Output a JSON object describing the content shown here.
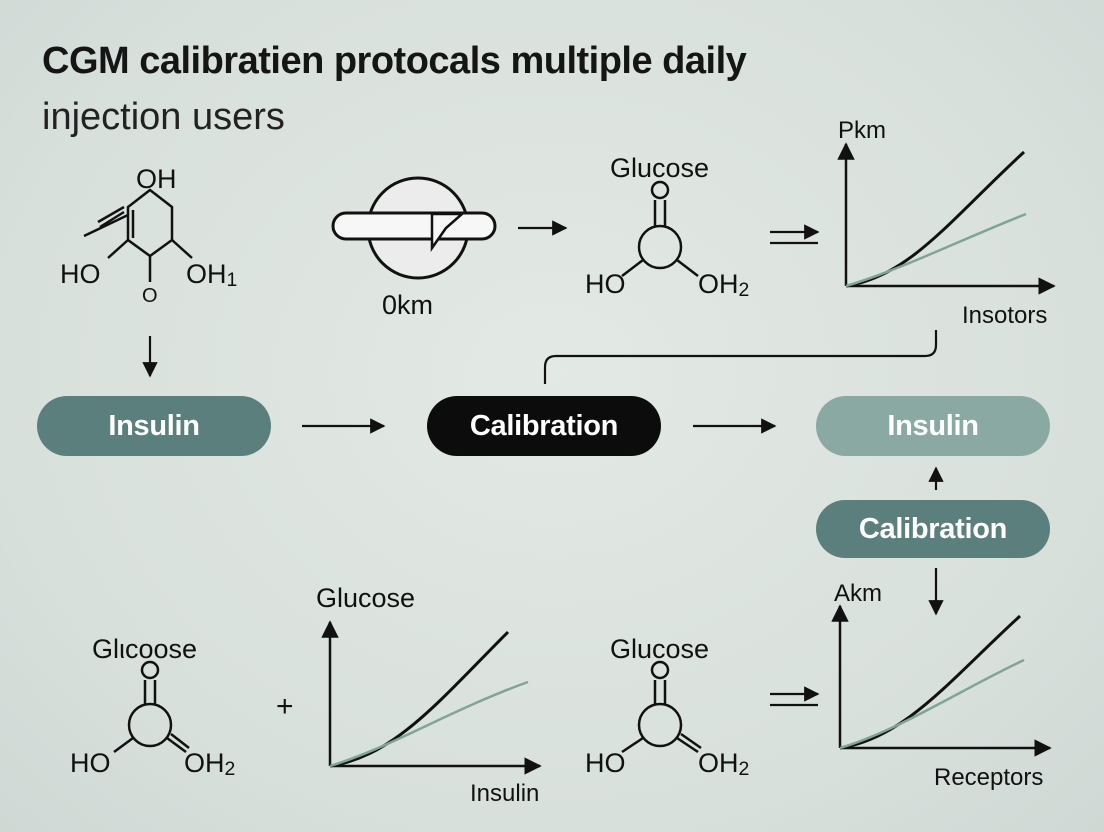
{
  "title": {
    "line1": "CGM calibratien protocals multiple daily",
    "line2": "injection users"
  },
  "nodes": {
    "insulin_left": "Insulin",
    "calibration_center": "Calibration",
    "insulin_right": "Insulin",
    "calibration_right": "Calibration"
  },
  "molecules": {
    "top_left": {
      "oh_top": "OH",
      "ho_left": "HO",
      "oh_right": "OH",
      "oh_right_sub": "1",
      "o_bottom": "O"
    },
    "top_middle": {
      "title": "Glucose",
      "ho": "HO",
      "oh": "OH",
      "oh_sub": "2"
    },
    "bottom_left": {
      "title": "Glιcoose",
      "ho": "HO",
      "oh": "OH",
      "oh_sub": "2"
    },
    "bottom_middle": {
      "title": "Glucose",
      "ho": "HO",
      "oh": "OH",
      "oh_sub": "2"
    }
  },
  "sensor": {
    "label": "0km"
  },
  "charts": {
    "top_right": {
      "ylabel": "Pkm",
      "xlabel": "Insotors"
    },
    "bottom_middle": {
      "ylabel": "Glucose",
      "xlabel": "Insulin"
    },
    "bottom_right": {
      "ylabel": "Akm",
      "xlabel": "Receptors"
    }
  },
  "symbols": {
    "plus": "+"
  },
  "colors": {
    "teal_dark": "#5b7f7c",
    "teal_light": "#8aa9a2",
    "black_pill": "#0c0c0c",
    "curve_light": "#7fa597",
    "background": "#dfe6e2"
  }
}
